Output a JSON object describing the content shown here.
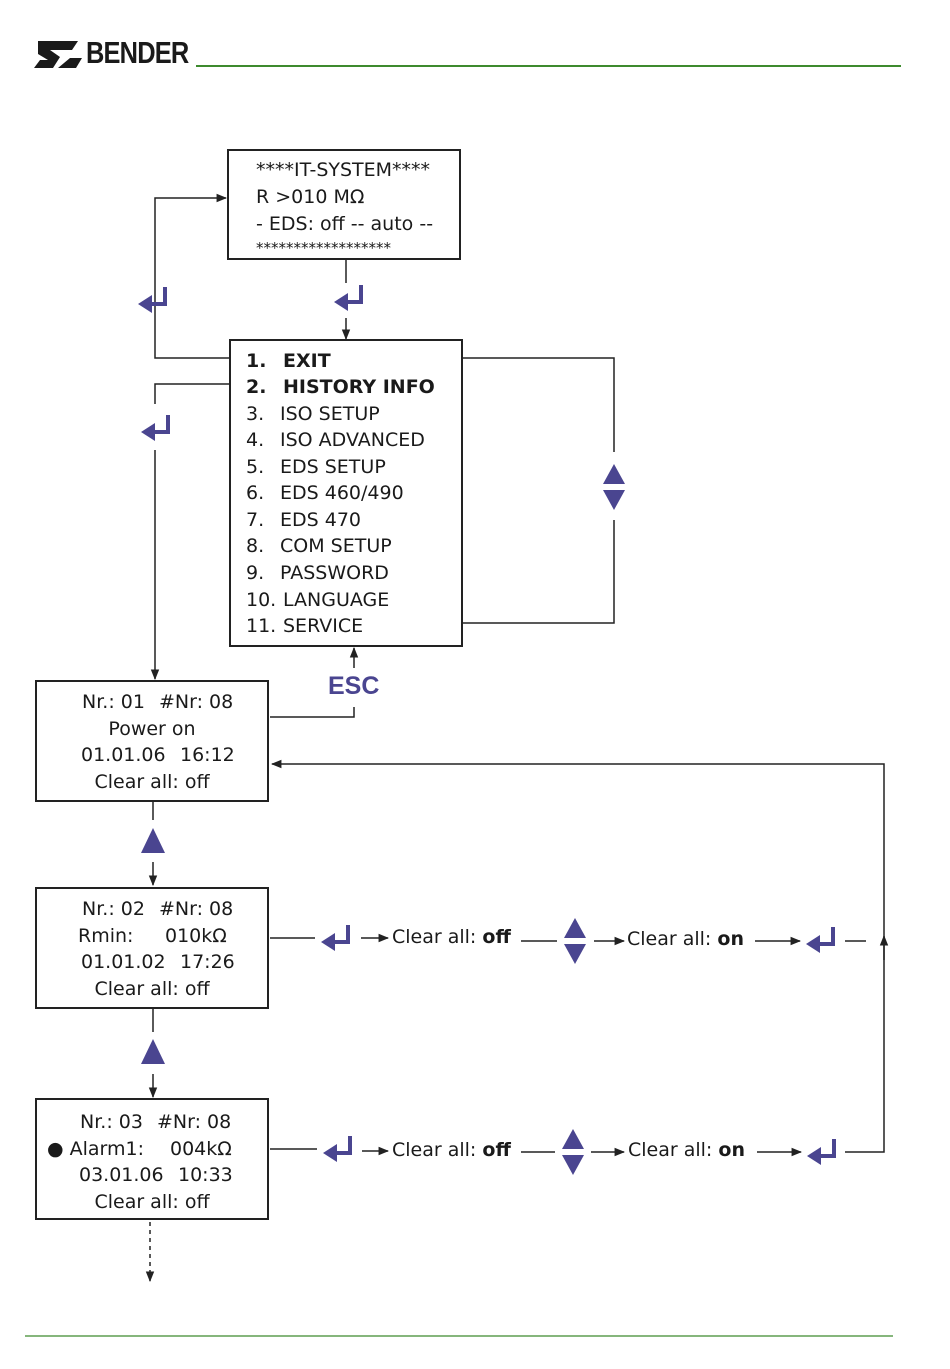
{
  "brand": {
    "name": "BENDER"
  },
  "colors": {
    "accent": "#4a4590",
    "rule": "#3d8a2e",
    "line": "#222222"
  },
  "display": {
    "line1": "****IT-SYSTEM****",
    "line2": "R >010 MΩ",
    "line3": "- EDS: off -- auto --",
    "line4": "******************"
  },
  "menu": {
    "items": [
      {
        "num": "1.",
        "label": "EXIT"
      },
      {
        "num": "2.",
        "label": "HISTORY INFO"
      },
      {
        "num": "3.",
        "label": "ISO SETUP"
      },
      {
        "num": "4.",
        "label": "ISO ADVANCED"
      },
      {
        "num": "5.",
        "label": "EDS SETUP"
      },
      {
        "num": "6.",
        "label": "EDS 460/490"
      },
      {
        "num": "7.",
        "label": "EDS 470"
      },
      {
        "num": "8.",
        "label": "COM SETUP"
      },
      {
        "num": "9.",
        "label": "PASSWORD"
      },
      {
        "num": "10.",
        "label": "LANGUAGE"
      },
      {
        "num": "11.",
        "label": "SERVICE"
      }
    ]
  },
  "esc_label": "ESC",
  "history": [
    {
      "nr": "Nr.: 01",
      "total": "#Nr: 08",
      "event": "Power  on",
      "value": "",
      "date": "01.01.06",
      "time": "16:12",
      "clear": "Clear all: off"
    },
    {
      "nr": "Nr.: 02",
      "total": "#Nr: 08",
      "event": "Rmin:",
      "value": "010kΩ",
      "date": "01.01.02",
      "time": "17:26",
      "clear": "Clear all: off"
    },
    {
      "nr": "Nr.: 03",
      "total": "#Nr: 08",
      "event": "● Alarm1:",
      "value": "004kΩ",
      "date": "03.01.06",
      "time": "10:33",
      "clear": "Clear all: off"
    }
  ],
  "flow": {
    "clear_prefix": "Clear all:",
    "off": "off",
    "on": "on"
  }
}
